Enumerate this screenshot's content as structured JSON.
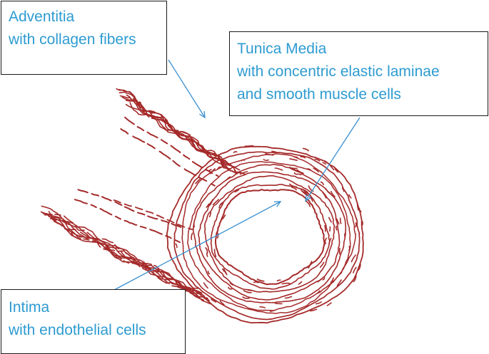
{
  "labels": {
    "adventitia": {
      "line1": "Adventitia",
      "line2": "with collagen fibers"
    },
    "tunica_media": {
      "line1": "Tunica Media",
      "line2": "with concentric elastic laminae",
      "line3": "and smooth muscle cells"
    },
    "intima": {
      "line1": "Intima",
      "line2": "with endothelial cells"
    }
  },
  "colors": {
    "drawing": "#a52a2a",
    "label_text": "#2e9bd1",
    "pointer_line": "#3a8fd0",
    "box_border": "#1a1a1a"
  }
}
